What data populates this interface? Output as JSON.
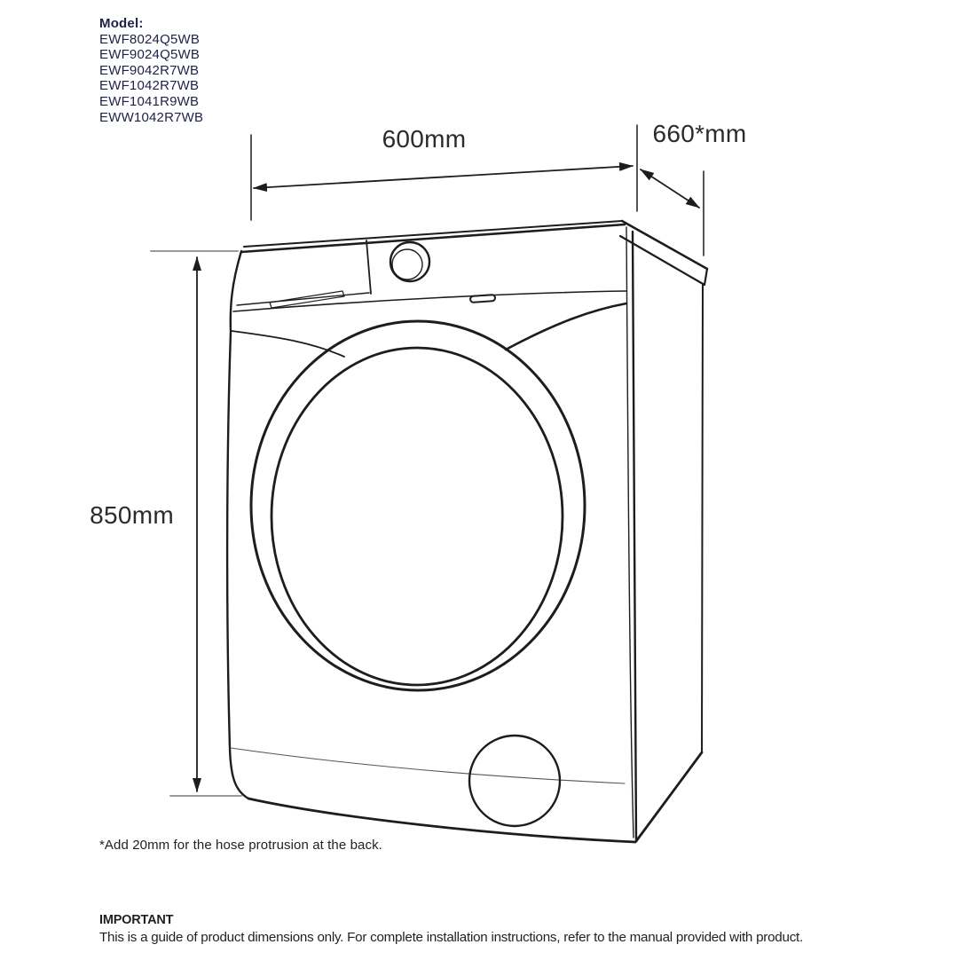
{
  "model_block": {
    "heading": "Model:",
    "items": [
      "EWF8024Q5WB",
      "EWF9024Q5WB",
      "EWF9042R7WB",
      "EWF1042R7WB",
      "EWF1041R9WB",
      "EWW1042R7WB"
    ]
  },
  "dimensions": {
    "width": {
      "label": "600mm"
    },
    "depth": {
      "label": "660*mm"
    },
    "height": {
      "label": "850mm"
    }
  },
  "footnote": "*Add 20mm for the hose protrusion at the back.",
  "important": {
    "heading": "IMPORTANT",
    "body": "This is a guide of product dimensions only. For complete installation instructions, refer to the manual provided with product."
  },
  "diagram": {
    "subject": "front-load washing machine, three-quarter line drawing",
    "colors": {
      "background": "#ffffff",
      "line": "#1d1d1b",
      "model_text": "#1e2148",
      "dimension_text": "#2b2b2b",
      "extension_line_gray": "#9a9a9a"
    }
  }
}
